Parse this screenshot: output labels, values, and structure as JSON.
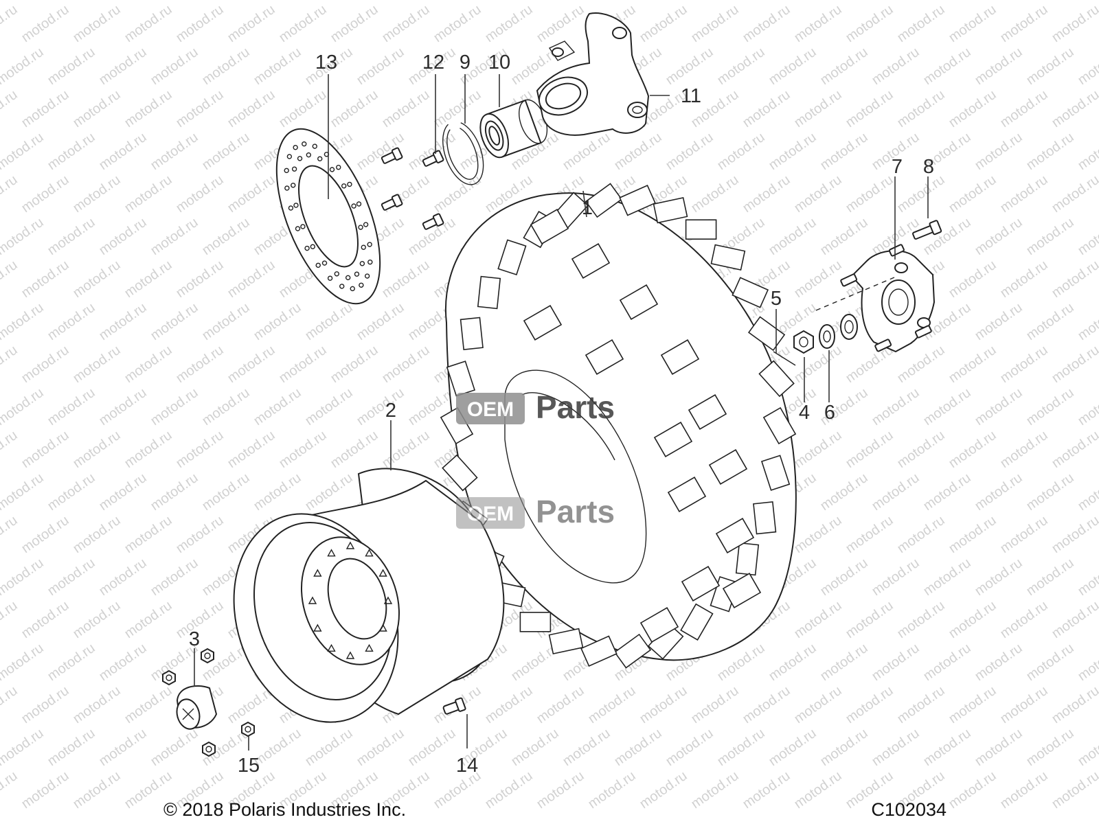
{
  "diagram": {
    "callouts": [
      "1",
      "2",
      "3",
      "4",
      "5",
      "6",
      "7",
      "8",
      "9",
      "10",
      "11",
      "12",
      "13",
      "14",
      "15"
    ],
    "watermark_text": "motod.ru",
    "logo": {
      "part_a": "OEM",
      "part_b": "Parts",
      "colors": {
        "grey": "#8f8f8f",
        "dark": "#3a3a3a"
      }
    }
  },
  "footer": {
    "copyright": "© 2018 Polaris Industries Inc.",
    "diagram_id": "C102034"
  },
  "colors": {
    "line": "#222222",
    "text": "#2b2b2b",
    "background": "#ffffff"
  }
}
